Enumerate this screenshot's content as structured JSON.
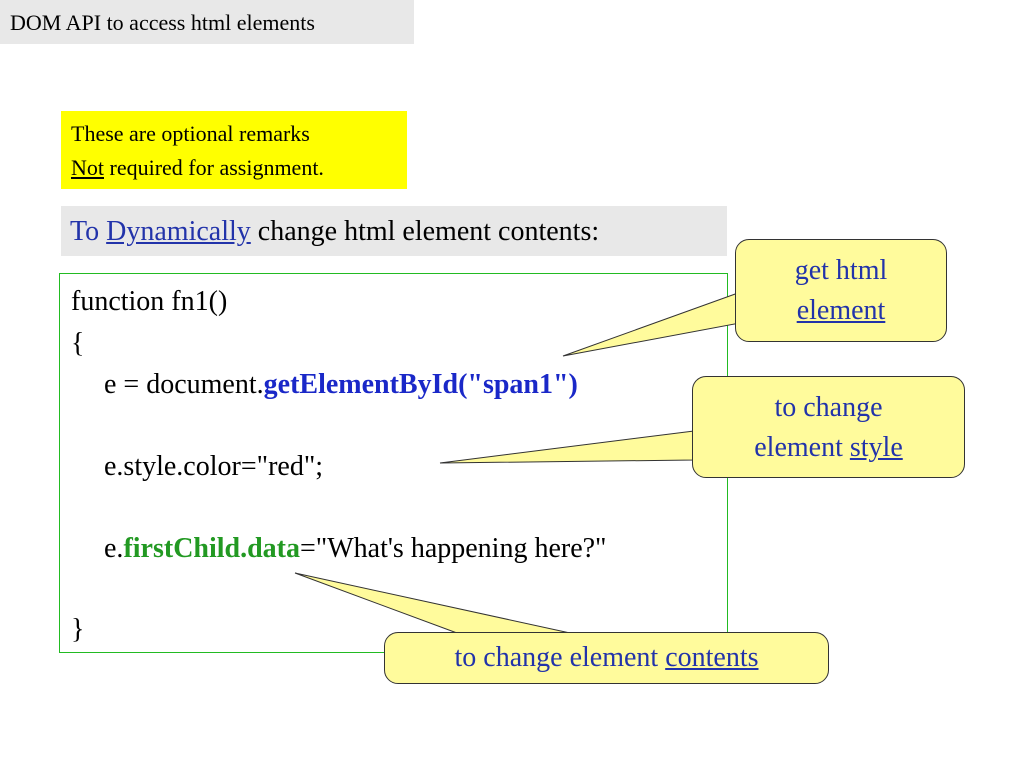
{
  "slide_title": "DOM API to access html elements",
  "remarks": {
    "line1": "These are optional remarks",
    "line2_underlined": "Not",
    "line2_rest": " required for assignment."
  },
  "heading": {
    "prefix": "To ",
    "link": "Dynamically",
    "suffix": " change html element contents:"
  },
  "code": {
    "line1": "function fn1()",
    "line2": "{",
    "line3_plain": "e = document.",
    "line3_method": "getElementById(\"span1\")",
    "line4": "e.style.color=\"red\";",
    "line5_prefix": "e.",
    "line5_prop": "firstChild.data",
    "line5_rest": "=\"What's happening here?\"",
    "line6": "}"
  },
  "callouts": {
    "get_element": {
      "line1": "get html",
      "line2_link": "element"
    },
    "change_style": {
      "line1": "to change",
      "line2_prefix": "element ",
      "line2_link": "style"
    },
    "change_contents": {
      "prefix": "to change element ",
      "link": "contents"
    }
  },
  "colors": {
    "title_bg": "#e8e8e8",
    "remarks_bg": "#ffff00",
    "callout_bg": "#fffb9c",
    "code_border": "#22bb22",
    "method_blue": "#1a28c8",
    "property_green": "#229922",
    "link_blue": "#2233aa"
  }
}
